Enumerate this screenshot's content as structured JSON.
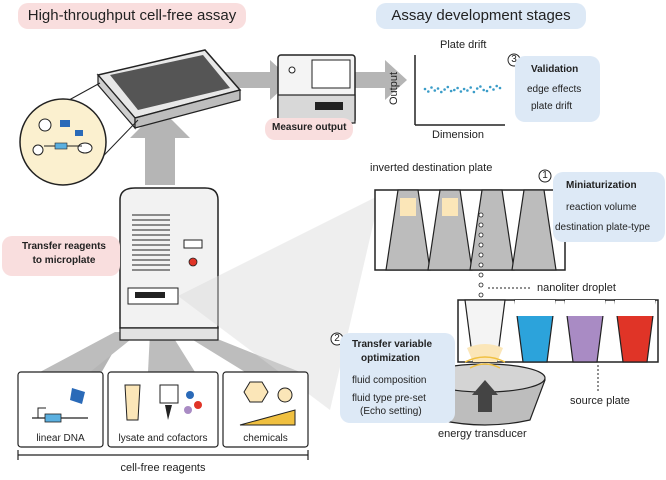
{
  "headers": {
    "left_title": "High-throughput cell-free assay",
    "right_title": "Assay development stages"
  },
  "labels": {
    "measure_output": "Measure output",
    "transfer_reagents_line1": "Transfer reagents",
    "transfer_reagents_line2": "to microplate",
    "inverted_plate": "inverted destination plate",
    "nanoliter_droplet": "nanoliter droplet",
    "source_plate": "source plate",
    "energy_transducer": "energy transducer",
    "cell_free_reagents": "cell-free reagents"
  },
  "reagents": [
    {
      "label": "linear DNA"
    },
    {
      "label": "lysate and cofactors"
    },
    {
      "label": "chemicals"
    }
  ],
  "stages": {
    "validation": {
      "number": "3",
      "title": "Validation",
      "items": [
        "edge effects",
        "plate drift"
      ]
    },
    "miniaturization": {
      "number": "1",
      "title": "Miniaturization",
      "items": [
        "reaction volume",
        "destination plate-type"
      ]
    },
    "optimization": {
      "number": "2",
      "title_line1": "Transfer variable",
      "title_line2": "optimization",
      "items": [
        "fluid composition",
        "fluid type pre-set",
        "(Echo setting)"
      ]
    }
  },
  "chart": {
    "title": "Plate drift",
    "xlabel": "Dimension",
    "ylabel": "Output"
  },
  "chart_data": {
    "type": "scatter",
    "title": "Plate drift",
    "xlabel": "Dimension",
    "ylabel": "Output",
    "x": [
      1,
      2,
      3,
      4,
      5,
      6,
      7,
      8,
      9,
      10,
      11,
      12,
      13,
      14,
      15,
      16,
      17,
      18,
      19,
      20,
      21,
      22,
      23,
      24
    ],
    "y": [
      0.52,
      0.47,
      0.55,
      0.49,
      0.53,
      0.46,
      0.51,
      0.56,
      0.48,
      0.5,
      0.54,
      0.47,
      0.52,
      0.49,
      0.55,
      0.46,
      0.53,
      0.57,
      0.5,
      0.48,
      0.56,
      0.51,
      0.58,
      0.54
    ],
    "grid": false
  },
  "colors": {
    "pink_bg": "#f9dede",
    "blue_bg": "#dde9f6",
    "arrow_gray": "#b5b5b5",
    "dot_color": "#3a9cc8",
    "source_blue": "#2ca3db",
    "source_purple": "#a98bc4",
    "source_red": "#e03427"
  }
}
